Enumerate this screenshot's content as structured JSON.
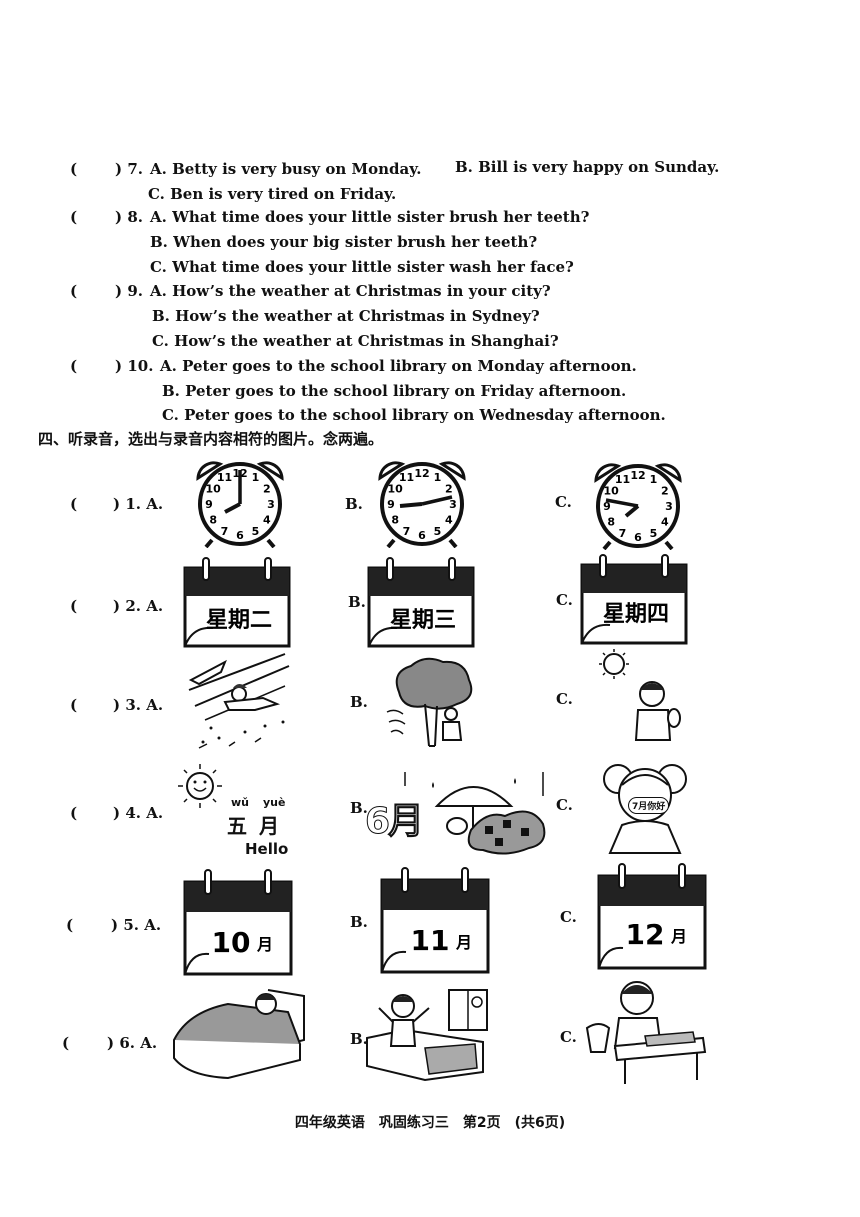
{
  "listening_questions": [
    {
      "num": ") 7.",
      "a": "A. Betty is very busy on Monday.",
      "b": "B. Bill is very happy on Sunday.",
      "c": "C. Ben is very tired on Friday."
    },
    {
      "num": ") 8.",
      "a": "A. What time does your little sister brush her teeth?",
      "b": "B. When does your big sister brush her teeth?",
      "c": "C. What time does your little sister wash her face?"
    },
    {
      "num": ") 9.",
      "a": "A. How’s the weather at Christmas in your city?",
      "b": "B. How’s the weather at Christmas in Sydney?",
      "c": "C. How’s the weather at Christmas in Shanghai?"
    },
    {
      "num": ") 10.",
      "a": "A. Peter goes to the school library on Monday afternoon.",
      "b": "B. Peter goes to the school library on Friday afternoon.",
      "c": "C. Peter goes to the school library on Wednesday afternoon."
    }
  ],
  "paren_open": "(",
  "section_title": "四、听录音，选出与录音内容相符的图片。念两遍。",
  "picture_questions": [
    {
      "num": ") 1. A.",
      "b": "B.",
      "c": "C."
    },
    {
      "num": ") 2. A.",
      "b": "B.",
      "c": "C."
    },
    {
      "num": ") 3. A.",
      "b": "B.",
      "c": "C."
    },
    {
      "num": ") 4. A.",
      "b": "B.",
      "c": "C."
    },
    {
      "num": ") 5. A.",
      "b": "B.",
      "c": "C."
    },
    {
      "num": ") 6. A.",
      "b": "B.",
      "c": "C."
    }
  ],
  "clock_numbers": [
    "12",
    "1",
    "2",
    "3",
    "4",
    "5",
    "6",
    "7",
    "8",
    "9",
    "10",
    "11"
  ],
  "weekday_calendars": [
    "星期二",
    "星期三",
    "星期四"
  ],
  "month_images": {
    "a_pinyin_1": "wǔ",
    "a_pinyin_2": "yuè",
    "a_char_1": "五",
    "a_char_2": "月",
    "a_hello": "Hello",
    "b_month": "6月",
    "c_badge": "7月你好"
  },
  "month_calendars": [
    {
      "num": "10",
      "unit": "月"
    },
    {
      "num": "11",
      "unit": "月"
    },
    {
      "num": "12",
      "unit": "月"
    }
  ],
  "footer": "四年级英语　巩固练习三　第2页　(共6页)"
}
